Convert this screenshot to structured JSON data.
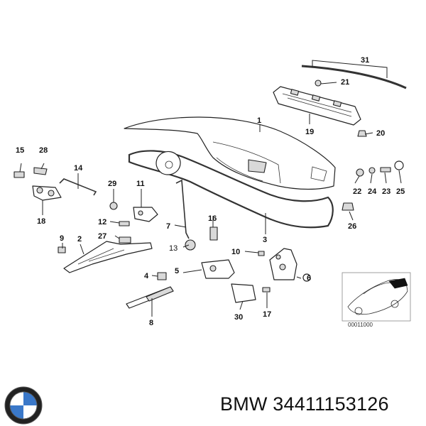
{
  "diagram": {
    "callouts": {
      "c1": "1",
      "c2": "2",
      "c3": "3",
      "c4": "4",
      "c5": "5",
      "c6": "6",
      "c7": "7",
      "c8": "8",
      "c9": "9",
      "c10": "10",
      "c11": "11",
      "c12": "12",
      "c13": "13",
      "c14": "14",
      "c15": "15",
      "c16": "16",
      "c17": "17",
      "c18": "18",
      "c19": "19",
      "c20": "20",
      "c21": "21",
      "c22": "22",
      "c23": "23",
      "c24": "24",
      "c25": "25",
      "c26": "26",
      "c27": "27",
      "c28": "28",
      "c29": "29",
      "c30": "30",
      "c31": "31"
    },
    "inset_code": "00011000"
  },
  "brand": {
    "logo_icon": "bmw-roundel-icon",
    "caption": "BMW 34411153126"
  }
}
